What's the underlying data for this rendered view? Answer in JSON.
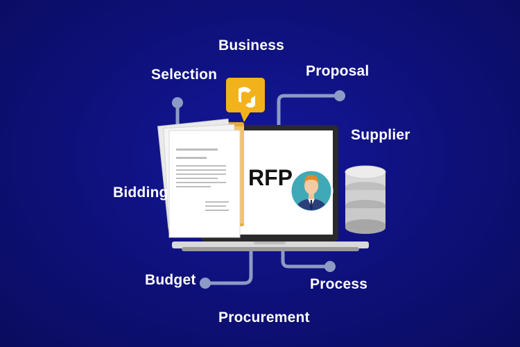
{
  "labels": {
    "business": "Business",
    "selection": "Selection",
    "proposal": "Proposal",
    "supplier": "Supplier",
    "bidding": "Bidding",
    "budget": "Budget",
    "process": "Process",
    "procurement": "Procurement"
  },
  "screen_text": "RFP",
  "colors": {
    "background": "#0e1078",
    "connector": "#8c9bc4",
    "chat_bubble": "#f2b21b",
    "folder": "#e6a93a",
    "avatar_bg": "#3fa9b8"
  },
  "icons": [
    "chat-bubble-icon",
    "documents-icon",
    "folder-icon",
    "laptop-icon",
    "person-avatar-icon",
    "database-icon"
  ]
}
